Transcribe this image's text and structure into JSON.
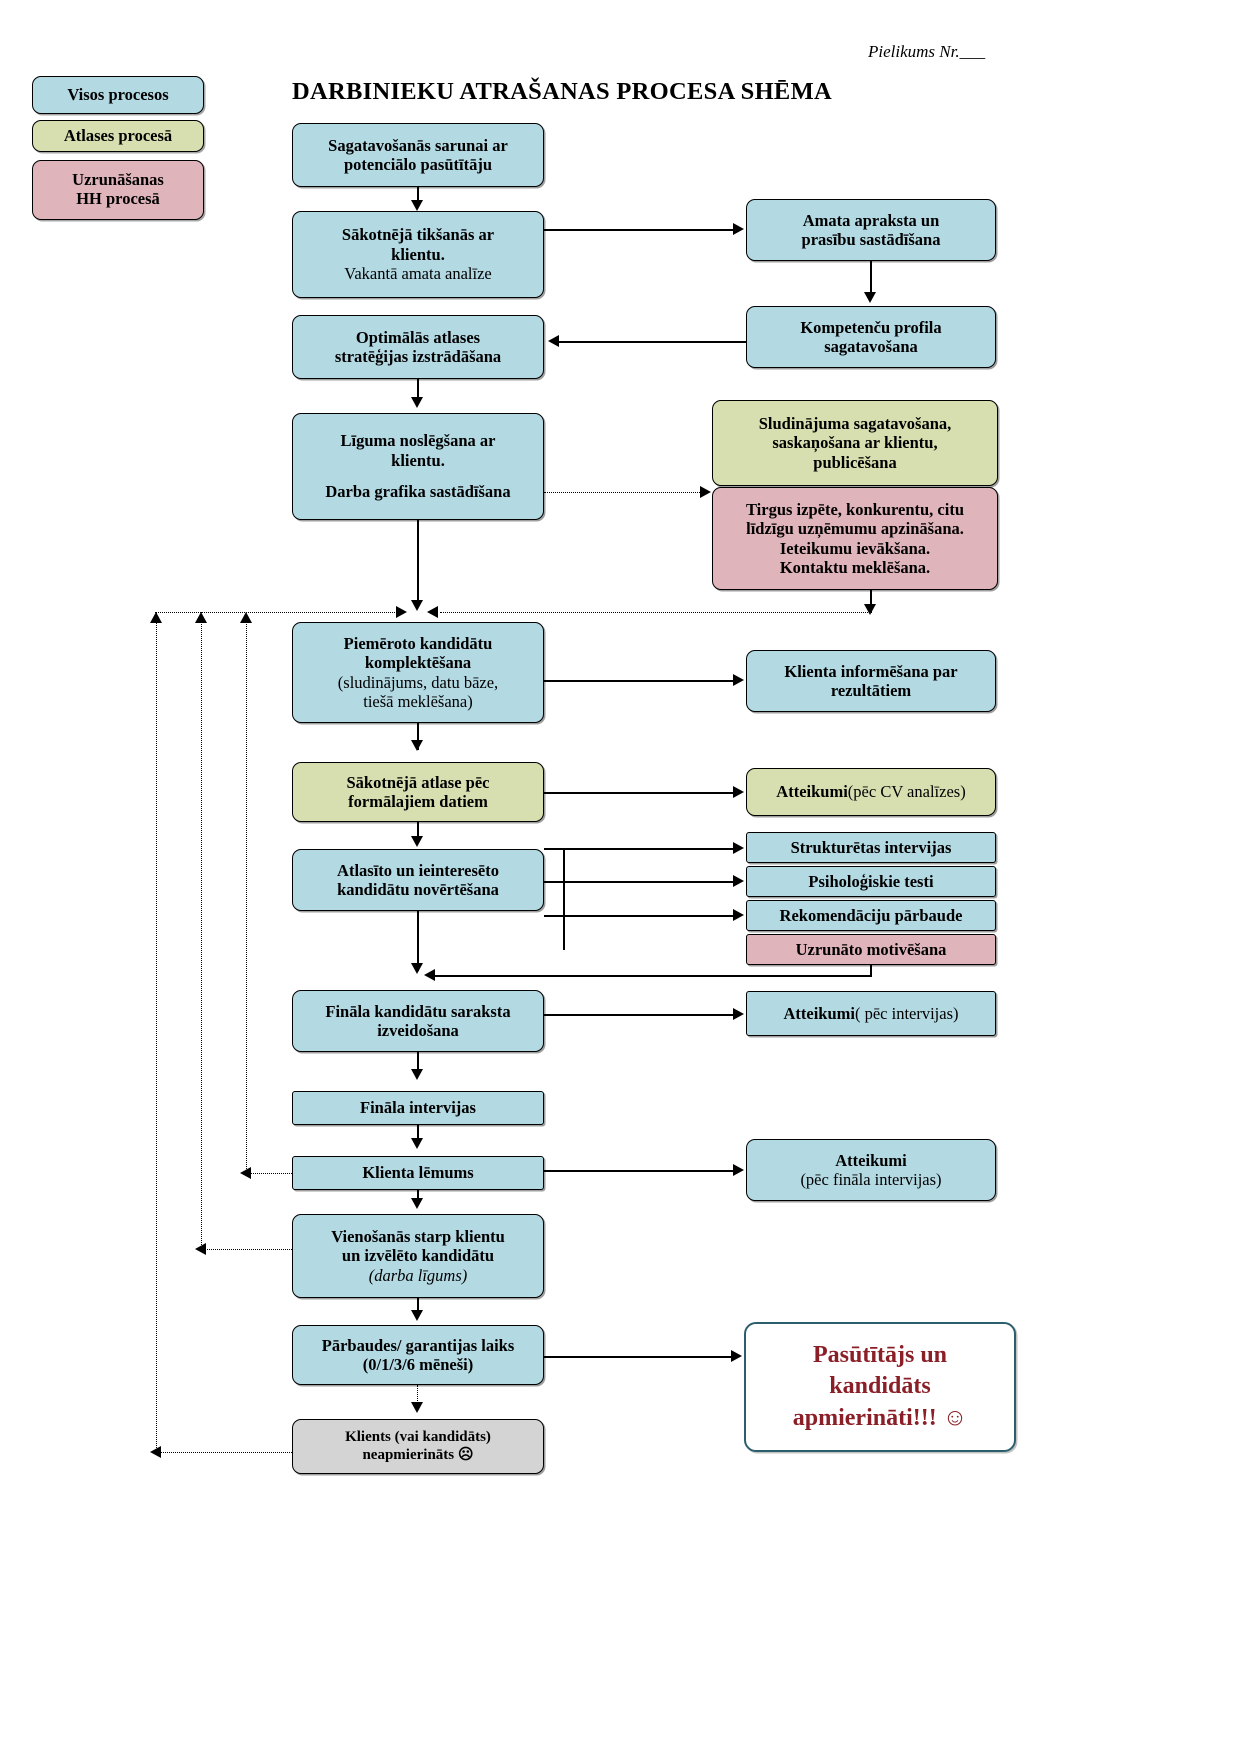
{
  "page": {
    "corner_note": "Pielikums Nr.___",
    "title": "DARBINIEKU  ATRAŠANAS PROCESA SHĒMA"
  },
  "legend": {
    "items": [
      {
        "label": "Visos procesos",
        "color": "#b3d9e3"
      },
      {
        "label": "Atlases procesā",
        "color": "#d7dfb0"
      },
      {
        "label": "Uzrunāšanas\nHH procesā",
        "line1": "Uzrunāšanas",
        "line2": "HH procesā",
        "color": "#e0b4bb"
      }
    ]
  },
  "colors": {
    "blue": "#b3d9e3",
    "green": "#d7dfb0",
    "pink": "#e0b4bb",
    "gray": "#d4d4d4",
    "success_border": "#2c5f6e",
    "success_text": "#8b1f27"
  },
  "main_flow": [
    {
      "id": "n1",
      "line1": "Sagatavošanās sarunai ar",
      "line2": "potenciālo pasūtītāju",
      "color": "blue"
    },
    {
      "id": "n2",
      "line1": "Sākotnējā tikšanās ar",
      "line2": "klientu.",
      "sub": "Vakantā amata analīze",
      "color": "blue"
    },
    {
      "id": "n3",
      "line1": "Optimālās atlases",
      "line2": "stratēģijas izstrādāšana",
      "color": "blue"
    },
    {
      "id": "n4",
      "line1": "Līguma noslēgšana ar",
      "line2": "klientu.",
      "line3": "Darba grafika sastādīšana",
      "color": "blue"
    },
    {
      "id": "n5",
      "line1": "Piemēroto kandidātu",
      "line2": "komplektēšana",
      "sub1": "(sludinājums, datu bāze,",
      "sub2": "tiešā meklēšana)",
      "color": "blue"
    },
    {
      "id": "n6",
      "line1": "Sākotnējā atlase pēc",
      "line2": "formālajiem datiem",
      "color": "green"
    },
    {
      "id": "n7",
      "line1": "Atlasīto  un ieinteresēto",
      "line2": "kandidātu novērtēšana",
      "color": "blue"
    },
    {
      "id": "n8",
      "line1": "Fināla kandidātu saraksta",
      "line2": "izveidošana",
      "color": "blue"
    },
    {
      "id": "n9",
      "line1": "Fināla intervijas",
      "color": "blue"
    },
    {
      "id": "n10",
      "line1": "Klienta lēmums",
      "color": "blue"
    },
    {
      "id": "n11",
      "line1": "Vienošanās starp klientu",
      "line2": "un izvēlēto kandidātu",
      "sub": "(darba līgums)",
      "color": "blue"
    },
    {
      "id": "n12",
      "line1": "Pārbaudes/ garantijas laiks",
      "line2": "(0/1/3/6 mēneši)",
      "color": "blue"
    },
    {
      "id": "n13",
      "line1": "Klients (vai kandidāts)",
      "line2": "neapmierināts ☹",
      "color": "gray"
    }
  ],
  "right_flow": [
    {
      "id": "r1",
      "line1": "Amata apraksta un",
      "line2": "prasību sastādīšana",
      "color": "blue"
    },
    {
      "id": "r2",
      "line1": "Kompetenču profila",
      "line2": "sagatavošana",
      "color": "blue"
    },
    {
      "id": "r3",
      "line1": "Sludinājuma sagatavošana,",
      "line2": "saskaņošana ar klientu,",
      "line3": "publicēšana",
      "color": "green"
    },
    {
      "id": "r4",
      "line1": "Tirgus izpēte, konkurentu, citu",
      "line2": "līdzīgu uzņēmumu apzināšana.",
      "line3": "Ieteikumu ievākšana.",
      "line4": "Kontaktu meklēšana.",
      "color": "pink"
    },
    {
      "id": "r5",
      "line1": "Klienta informēšana par",
      "line2": "rezultātiem",
      "color": "blue"
    },
    {
      "id": "r6",
      "bold": "Atteikumi",
      "reg": " (pēc CV analīzes)",
      "color": "green"
    },
    {
      "id": "r7",
      "line1": "Strukturētas intervijas",
      "color": "blue"
    },
    {
      "id": "r8",
      "line1": "Psiholoģiskie testi",
      "color": "blue"
    },
    {
      "id": "r9",
      "line1": "Rekomendāciju pārbaude",
      "color": "blue"
    },
    {
      "id": "r10",
      "line1": "Uzrunāto motivēšana",
      "color": "pink"
    },
    {
      "id": "r11",
      "bold": "Atteikumi",
      "reg": " ( pēc intervijas)",
      "color": "blue"
    },
    {
      "id": "r12",
      "bold": "Atteikumi",
      "line2": "(pēc fināla intervijas)",
      "color": "blue"
    }
  ],
  "success_box": {
    "line1": "Pasūtītājs un",
    "line2": "kandidāts",
    "line3": "apmierināti!!! ☺"
  }
}
